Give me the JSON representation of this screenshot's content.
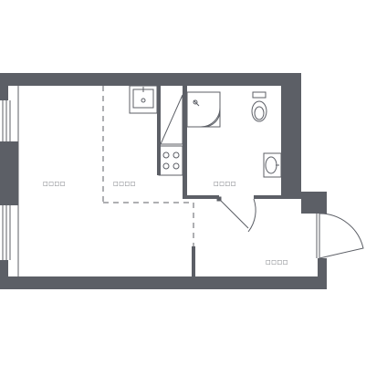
{
  "colors": {
    "wall": "#5c5f66",
    "thin_line": "#5c5f66",
    "fixture": "#8a8d93",
    "background": "#ffffff"
  },
  "rooms": [
    {
      "id": "living",
      "label": "□□□□"
    },
    {
      "id": "kitchen",
      "label": "□□□□"
    },
    {
      "id": "bathroom",
      "label": "□□□□"
    },
    {
      "id": "hall",
      "label": "□□□□"
    }
  ],
  "fixtures": {
    "sink_kitchen": "kitchen-sink-icon",
    "stove": "stove-icon",
    "shower": "shower-icon",
    "toilet": "toilet-icon",
    "washbasin": "washbasin-icon"
  }
}
